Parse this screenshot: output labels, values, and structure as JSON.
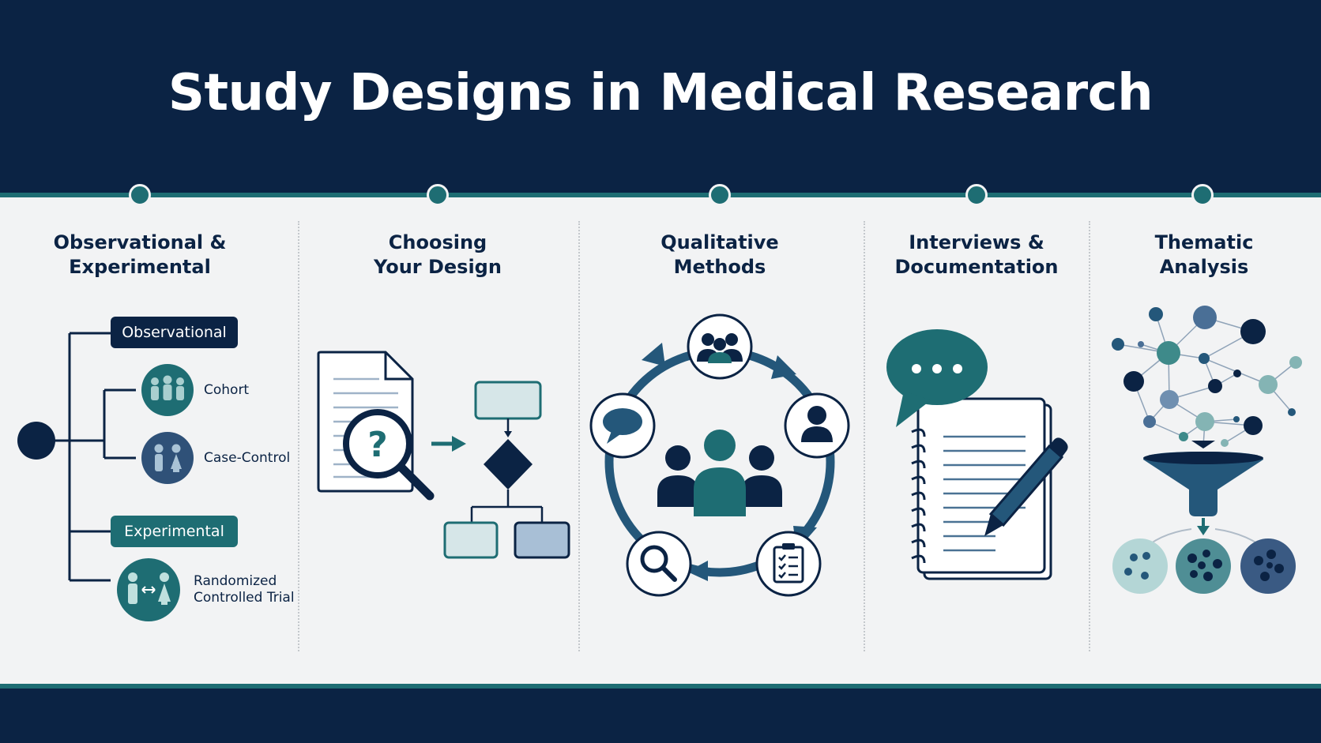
{
  "title": "Study Designs in Medical Research",
  "colors": {
    "navy": "#0b2344",
    "teal": "#1e6d73",
    "light_teal": "#84b4b4",
    "slate_blue": "#4a6f96",
    "background": "#f2f3f4"
  },
  "columns": [
    {
      "title": "Observational &\nExperimental",
      "icon": "classification-tree-icon"
    },
    {
      "title": "Choosing\nYour Design",
      "icon": "decision-flowchart-icon"
    },
    {
      "title": "Qualitative\nMethods",
      "icon": "research-cycle-icon"
    },
    {
      "title": "Interviews &\nDocumentation",
      "icon": "notepad-speech-icon"
    },
    {
      "title": "Thematic\nAnalysis",
      "icon": "funnel-network-icon"
    }
  ],
  "tree": {
    "observational": "Observational",
    "cohort": "Cohort",
    "case_control": "Case-Control",
    "experimental": "Experimental",
    "rct": "Randomized\nControlled Trial"
  }
}
